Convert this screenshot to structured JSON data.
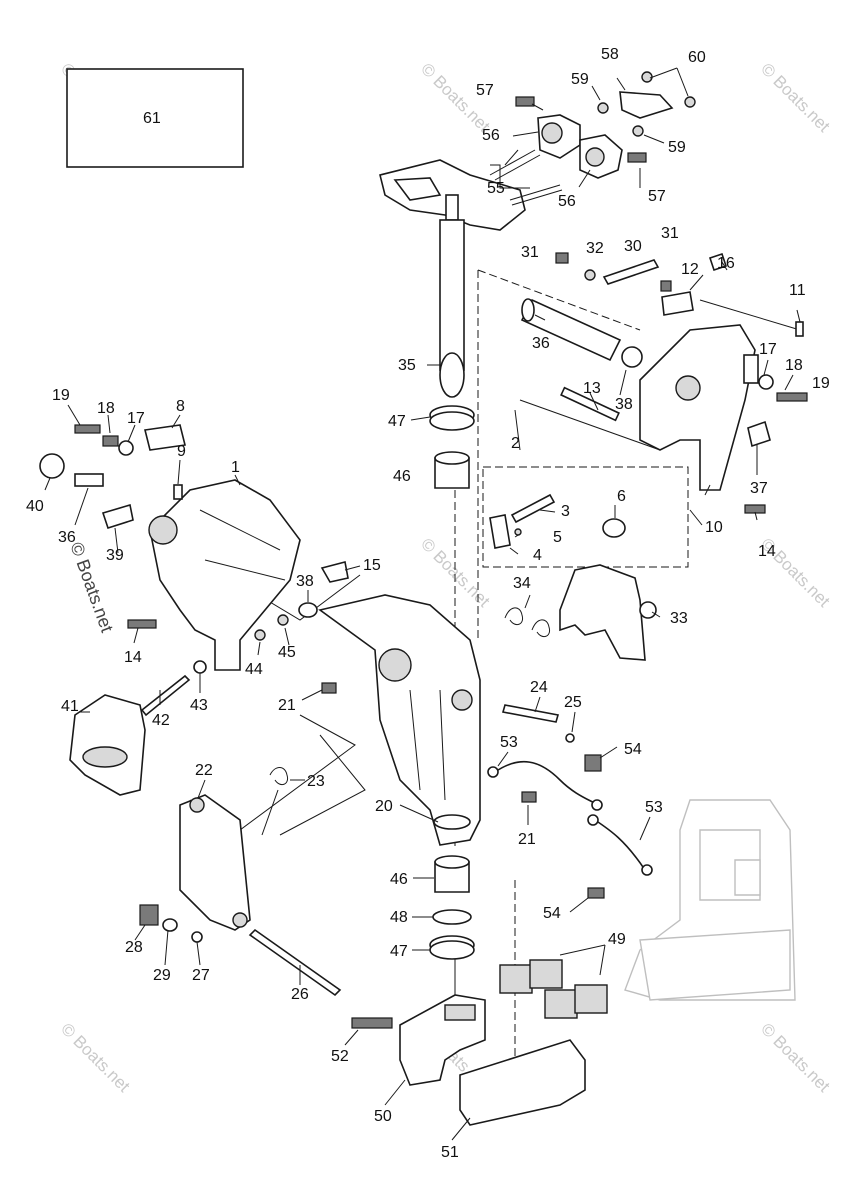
{
  "diagram": {
    "box_label": "61",
    "labels": {
      "n57a": "57",
      "n58": "58",
      "n60": "60",
      "n59a": "59",
      "n61": "61",
      "n56a": "56",
      "n59b": "59",
      "n55": "55",
      "n56b": "56",
      "n57b": "57",
      "n31a": "31",
      "n32": "32",
      "n30": "30",
      "n31b": "31",
      "n12": "12",
      "n16": "16",
      "n11": "11",
      "n36a": "36",
      "n35": "35",
      "n17a": "17",
      "n18a": "18",
      "n19a": "19",
      "n38a": "38",
      "n13": "13",
      "n47a": "47",
      "n19b": "19",
      "n18b": "18",
      "n17b": "17",
      "n8": "8",
      "n2": "2",
      "n9": "9",
      "n46a": "46",
      "n37": "37",
      "n1": "1",
      "n40": "40",
      "n3": "3",
      "n6": "6",
      "n10": "10",
      "n36b": "36",
      "n5": "5",
      "n39": "39",
      "n4": "4",
      "n14a": "14",
      "n15": "15",
      "n38b": "38",
      "n34": "34",
      "n33": "33",
      "n14b": "14",
      "n44": "44",
      "n45": "45",
      "n21a": "21",
      "n24": "24",
      "n25": "25",
      "n41": "41",
      "n42": "42",
      "n43": "43",
      "n53a": "53",
      "n54a": "54",
      "n22": "22",
      "n23": "23",
      "n20": "20",
      "n21b": "21",
      "n53b": "53",
      "n46b": "46",
      "n54b": "54",
      "n48": "48",
      "n49": "49",
      "n28": "28",
      "n47b": "47",
      "n29": "29",
      "n27": "27",
      "n26": "26",
      "n52": "52",
      "n50": "50",
      "n51": "51"
    },
    "watermark": "© Boats.net"
  }
}
